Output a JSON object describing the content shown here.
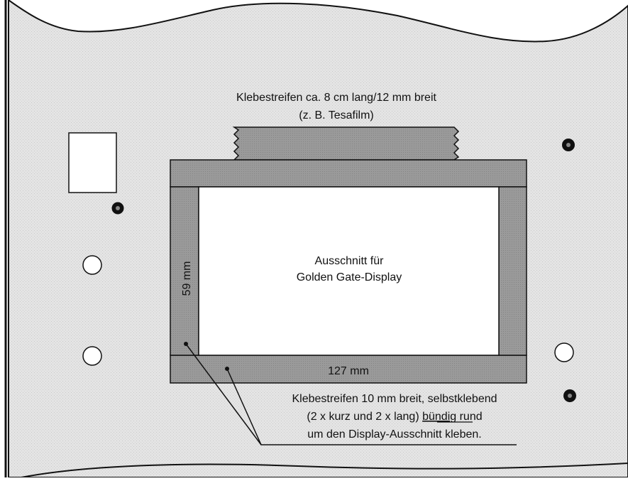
{
  "colors": {
    "panel": "#e4e4e4",
    "tape": "#9a9a9a",
    "tape_top": "#8a8a8a",
    "ink": "#111111",
    "cutout": "#ffffff"
  },
  "labels": {
    "top_tape_line1": "Klebestreifen ca. 8 cm lang/12 mm breit",
    "top_tape_line2": "(z. B. Tesafilm)",
    "cutout_line1": "Ausschnitt für",
    "cutout_line2": "Golden Gate-Display",
    "dim_height": "59 mm",
    "dim_width": "127 mm",
    "note_line1": "Klebestreifen 10 mm breit, selbstklebend",
    "note_line2_pre": "(2 x kurz und 2 x lang) ",
    "note_line2_underlined": "bündig",
    "note_line2_post": " rund",
    "note_line3": "um den Display-Ausschnitt kleben."
  },
  "icons": {
    "holes_open": "hole-open-icon",
    "holes_filled": "hole-filled-icon"
  }
}
